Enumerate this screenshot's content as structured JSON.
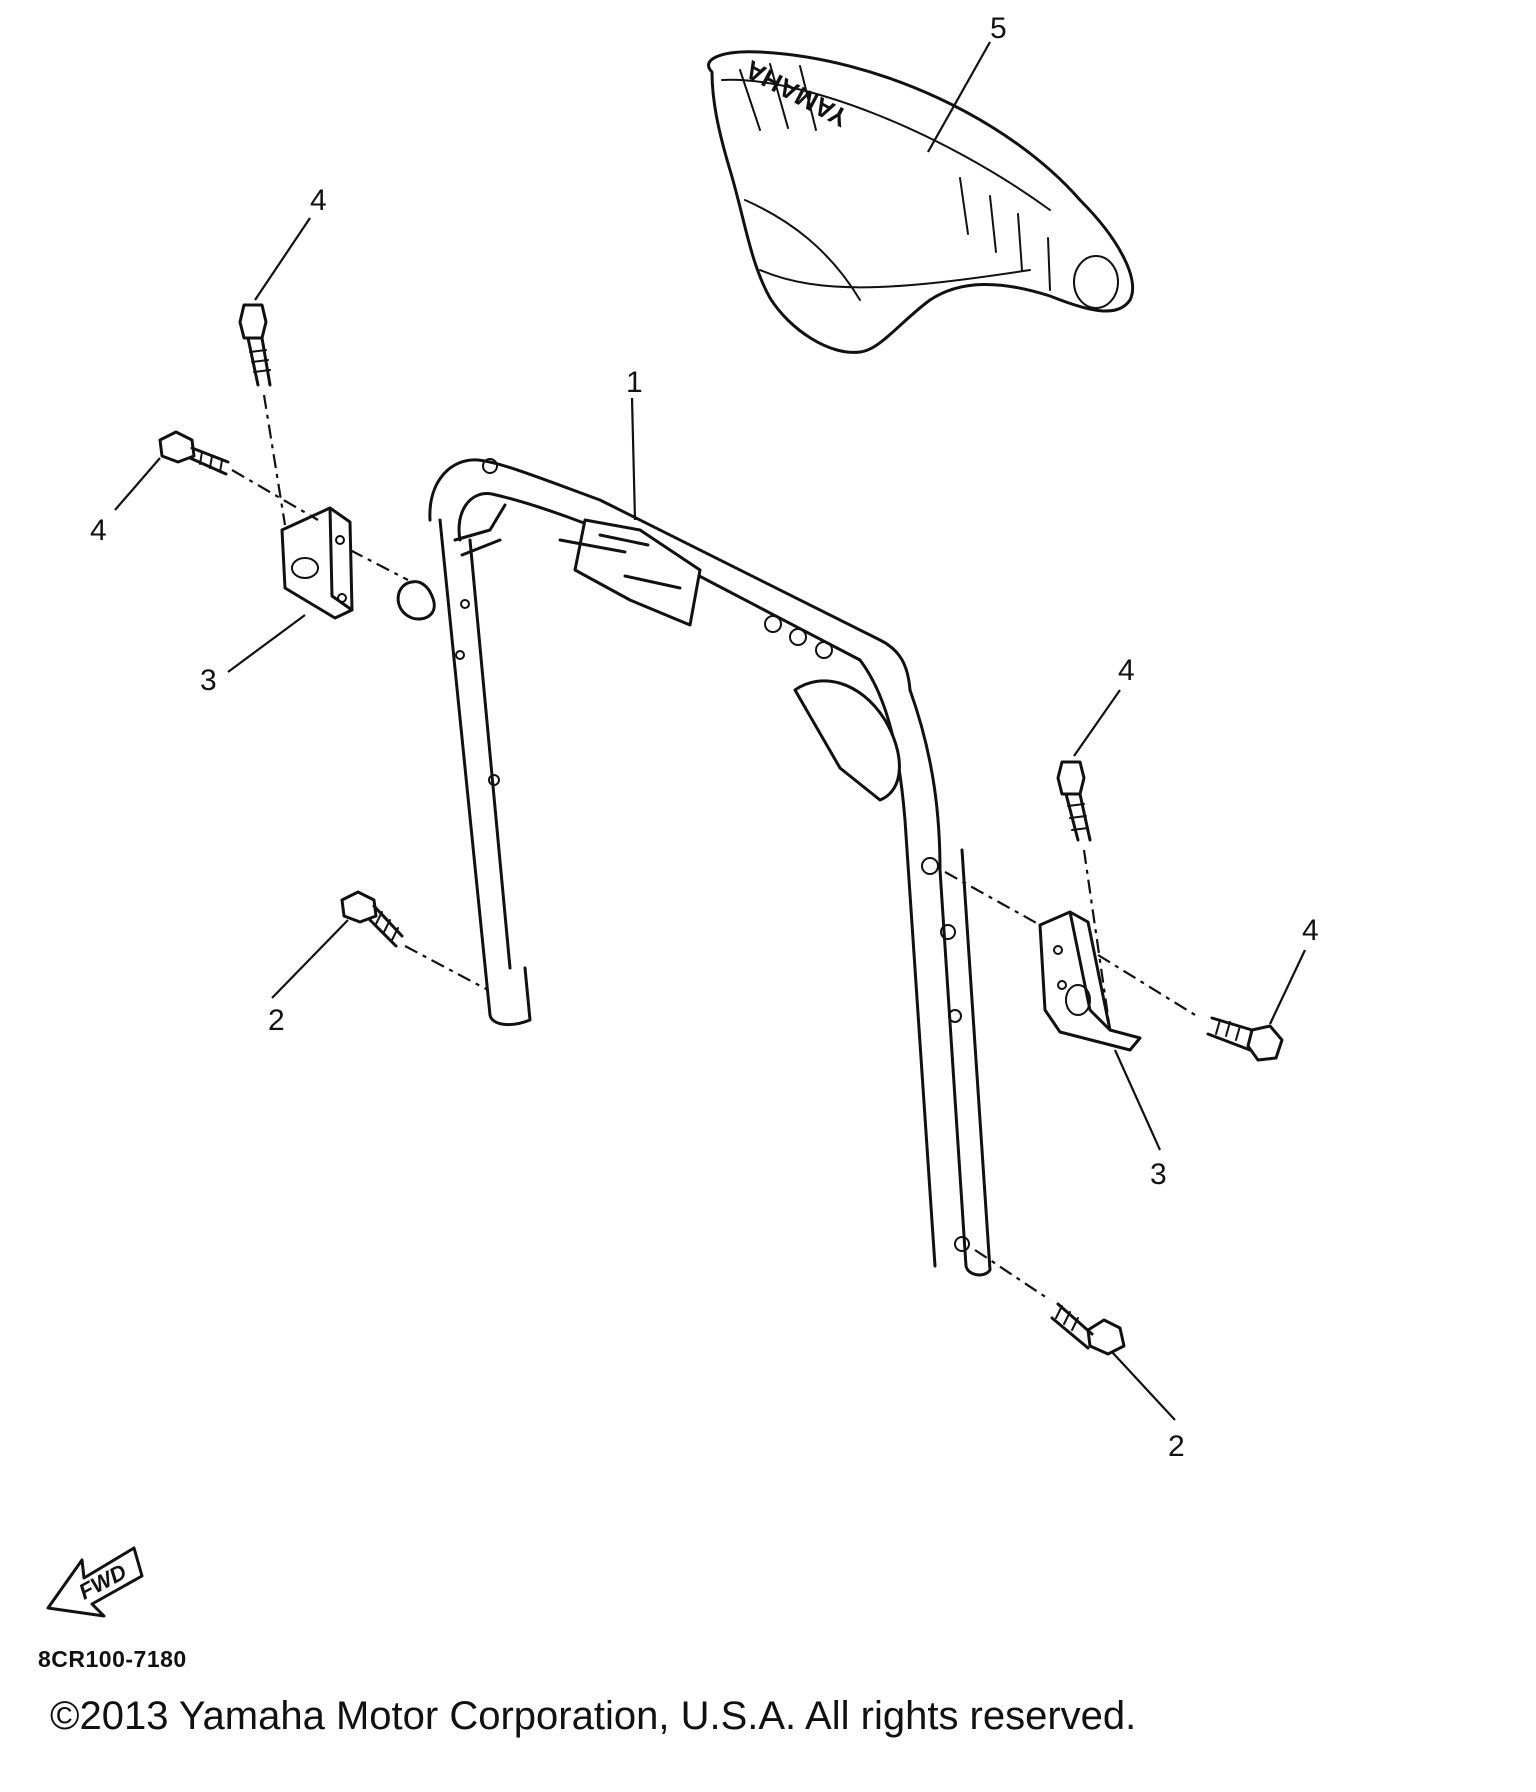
{
  "callouts": {
    "c1": "1",
    "c2a": "2",
    "c2b": "2",
    "c3a": "3",
    "c3b": "3",
    "c4a": "4",
    "c4b": "4",
    "c4c": "4",
    "c4d": "4",
    "c5": "5"
  },
  "seat_logo": "YAMAHA",
  "fwd_label": "FWD",
  "diagram_code": "8CR100-7180",
  "copyright": "©2013 Yamaha Motor Corporation, U.S.A. All rights reserved."
}
